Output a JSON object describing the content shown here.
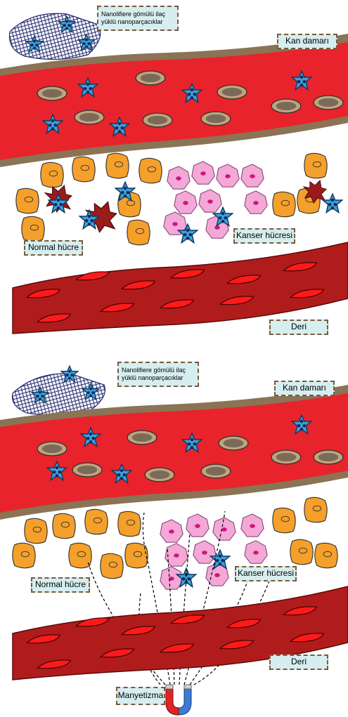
{
  "panels": [
    {
      "nanofiber_label": "Nanolifiere gömülü ilaç yüklü nanoparçacıklar",
      "blood_vessel_label": "Kan damarı",
      "normal_cell_label": "Normal hücre",
      "cancer_cell_label": "Kanser hücresi",
      "skin_label": "Deri"
    },
    {
      "nanofiber_label": "Nanolifiere gömülü ilaç yüklü nanoparçacıklar",
      "blood_vessel_label": "Kan damarı",
      "normal_cell_label": "Normal hücre",
      "cancer_cell_label": "Kanser hücresi",
      "skin_label": "Deri",
      "magnet_label": "Manyetizma"
    }
  ],
  "colors": {
    "vessel": "#e8232b",
    "vessel_wall": "#8b7355",
    "normal_cell": "#f5a02a",
    "cancer_cell": "#f4a8d8",
    "dead_cell": "#9b1b1b",
    "nanoparticle": "#3fa0d8",
    "skin": "#b01c1c",
    "skin_cell": "#ff1a1a",
    "magnet_north": "#e02424",
    "magnet_south": "#3a7bd5",
    "label_bg": "#d6eef0",
    "label_border": "#7a5a3a"
  }
}
